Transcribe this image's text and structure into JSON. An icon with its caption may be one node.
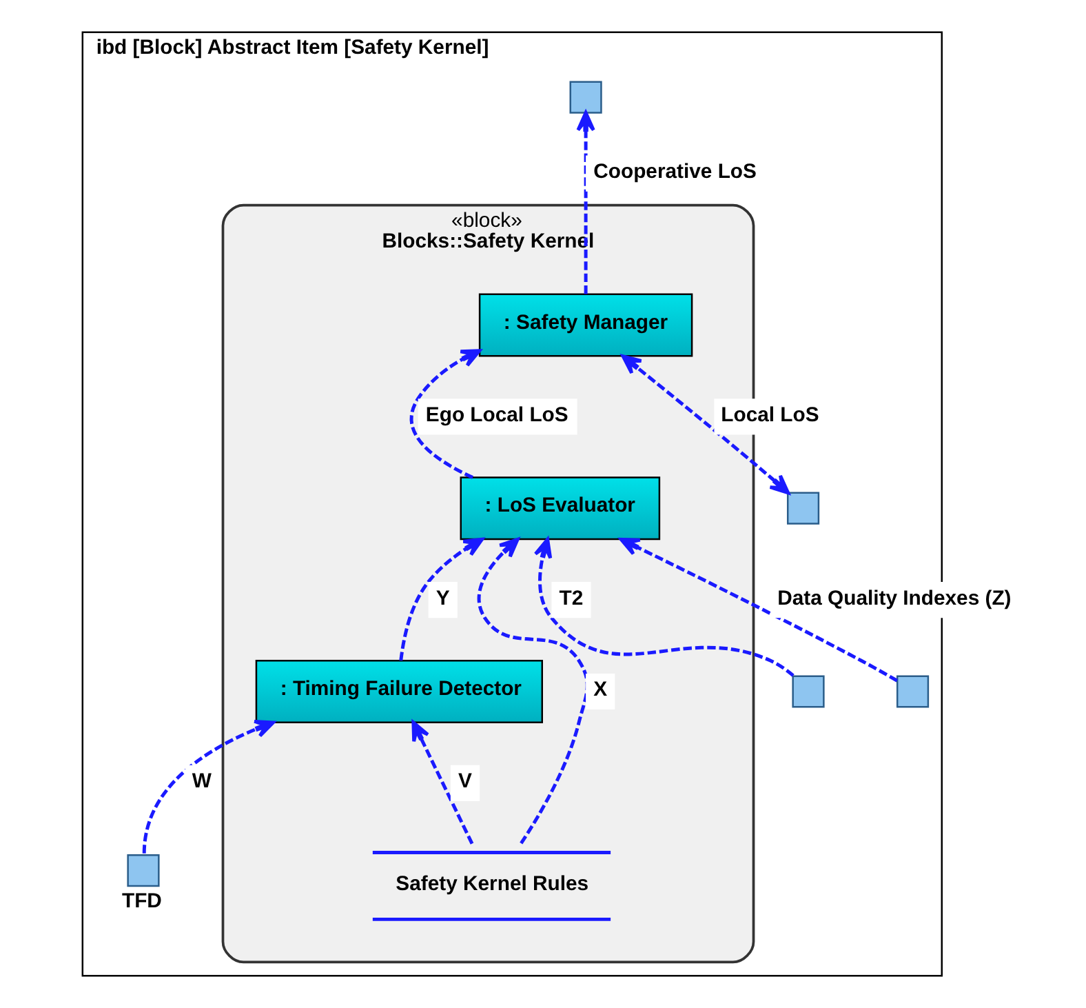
{
  "diagram": {
    "nodes": [
      {
        "text": [
          "ibd [Block] Abstract Item [Safety Kernel]"
        ]
      },
      {
        "text": [
          "«block»",
          "Blocks::Safety Kernel"
        ],
        "in": 0
      },
      {
        "text": [],
        "shape": "box",
        "in": 0
      },
      {
        "text": [
          ": Safety Manager"
        ],
        "in": 1
      },
      {
        "text": [],
        "shape": "box",
        "in": 0
      },
      {
        "text": [],
        "shape": "box",
        "in": 0
      },
      {
        "text": [],
        "shape": "box",
        "in": 0
      },
      {
        "text": [
          ": LoS Evaluator"
        ],
        "in": 1
      },
      {
        "text": [],
        "shape": "box",
        "in": 0,
        "beside": [
          "TFD"
        ]
      },
      {
        "text": [
          ": Timing Failure Detector"
        ],
        "in": 1
      },
      {
        "text": [
          "Safety Kernel Rules"
        ],
        "in": 1
      }
    ],
    "edges": [
      {
        "from": 2,
        "to": 3,
        "arrow": "both",
        "label": "Local LoS",
        "style": "dashed"
      },
      {
        "from": 3,
        "to": 4,
        "arrow": "to",
        "label": "Cooperative LoS",
        "style": "dashed"
      },
      {
        "from": 7,
        "to": 3,
        "arrow": "to",
        "label": "Ego Local LoS",
        "style": "dashed"
      },
      {
        "from": 5,
        "to": 7,
        "arrow": "to",
        "label": "Data Quality Indexes (Z)",
        "style": "dashed"
      },
      {
        "from": 6,
        "to": 7,
        "arrow": "to",
        "label": "T2",
        "style": "dashed"
      },
      {
        "from": 10,
        "to": 7,
        "arrow": "to",
        "label": "X",
        "style": "dashed"
      },
      {
        "from": 9,
        "to": 7,
        "arrow": "to",
        "label": "Y",
        "style": "dashed"
      },
      {
        "from": 8,
        "to": 9,
        "arrow": "to",
        "label": "W",
        "style": "dashed"
      },
      {
        "from": 10,
        "to": 9,
        "arrow": "to",
        "label": "V",
        "style": "dashed"
      }
    ]
  }
}
